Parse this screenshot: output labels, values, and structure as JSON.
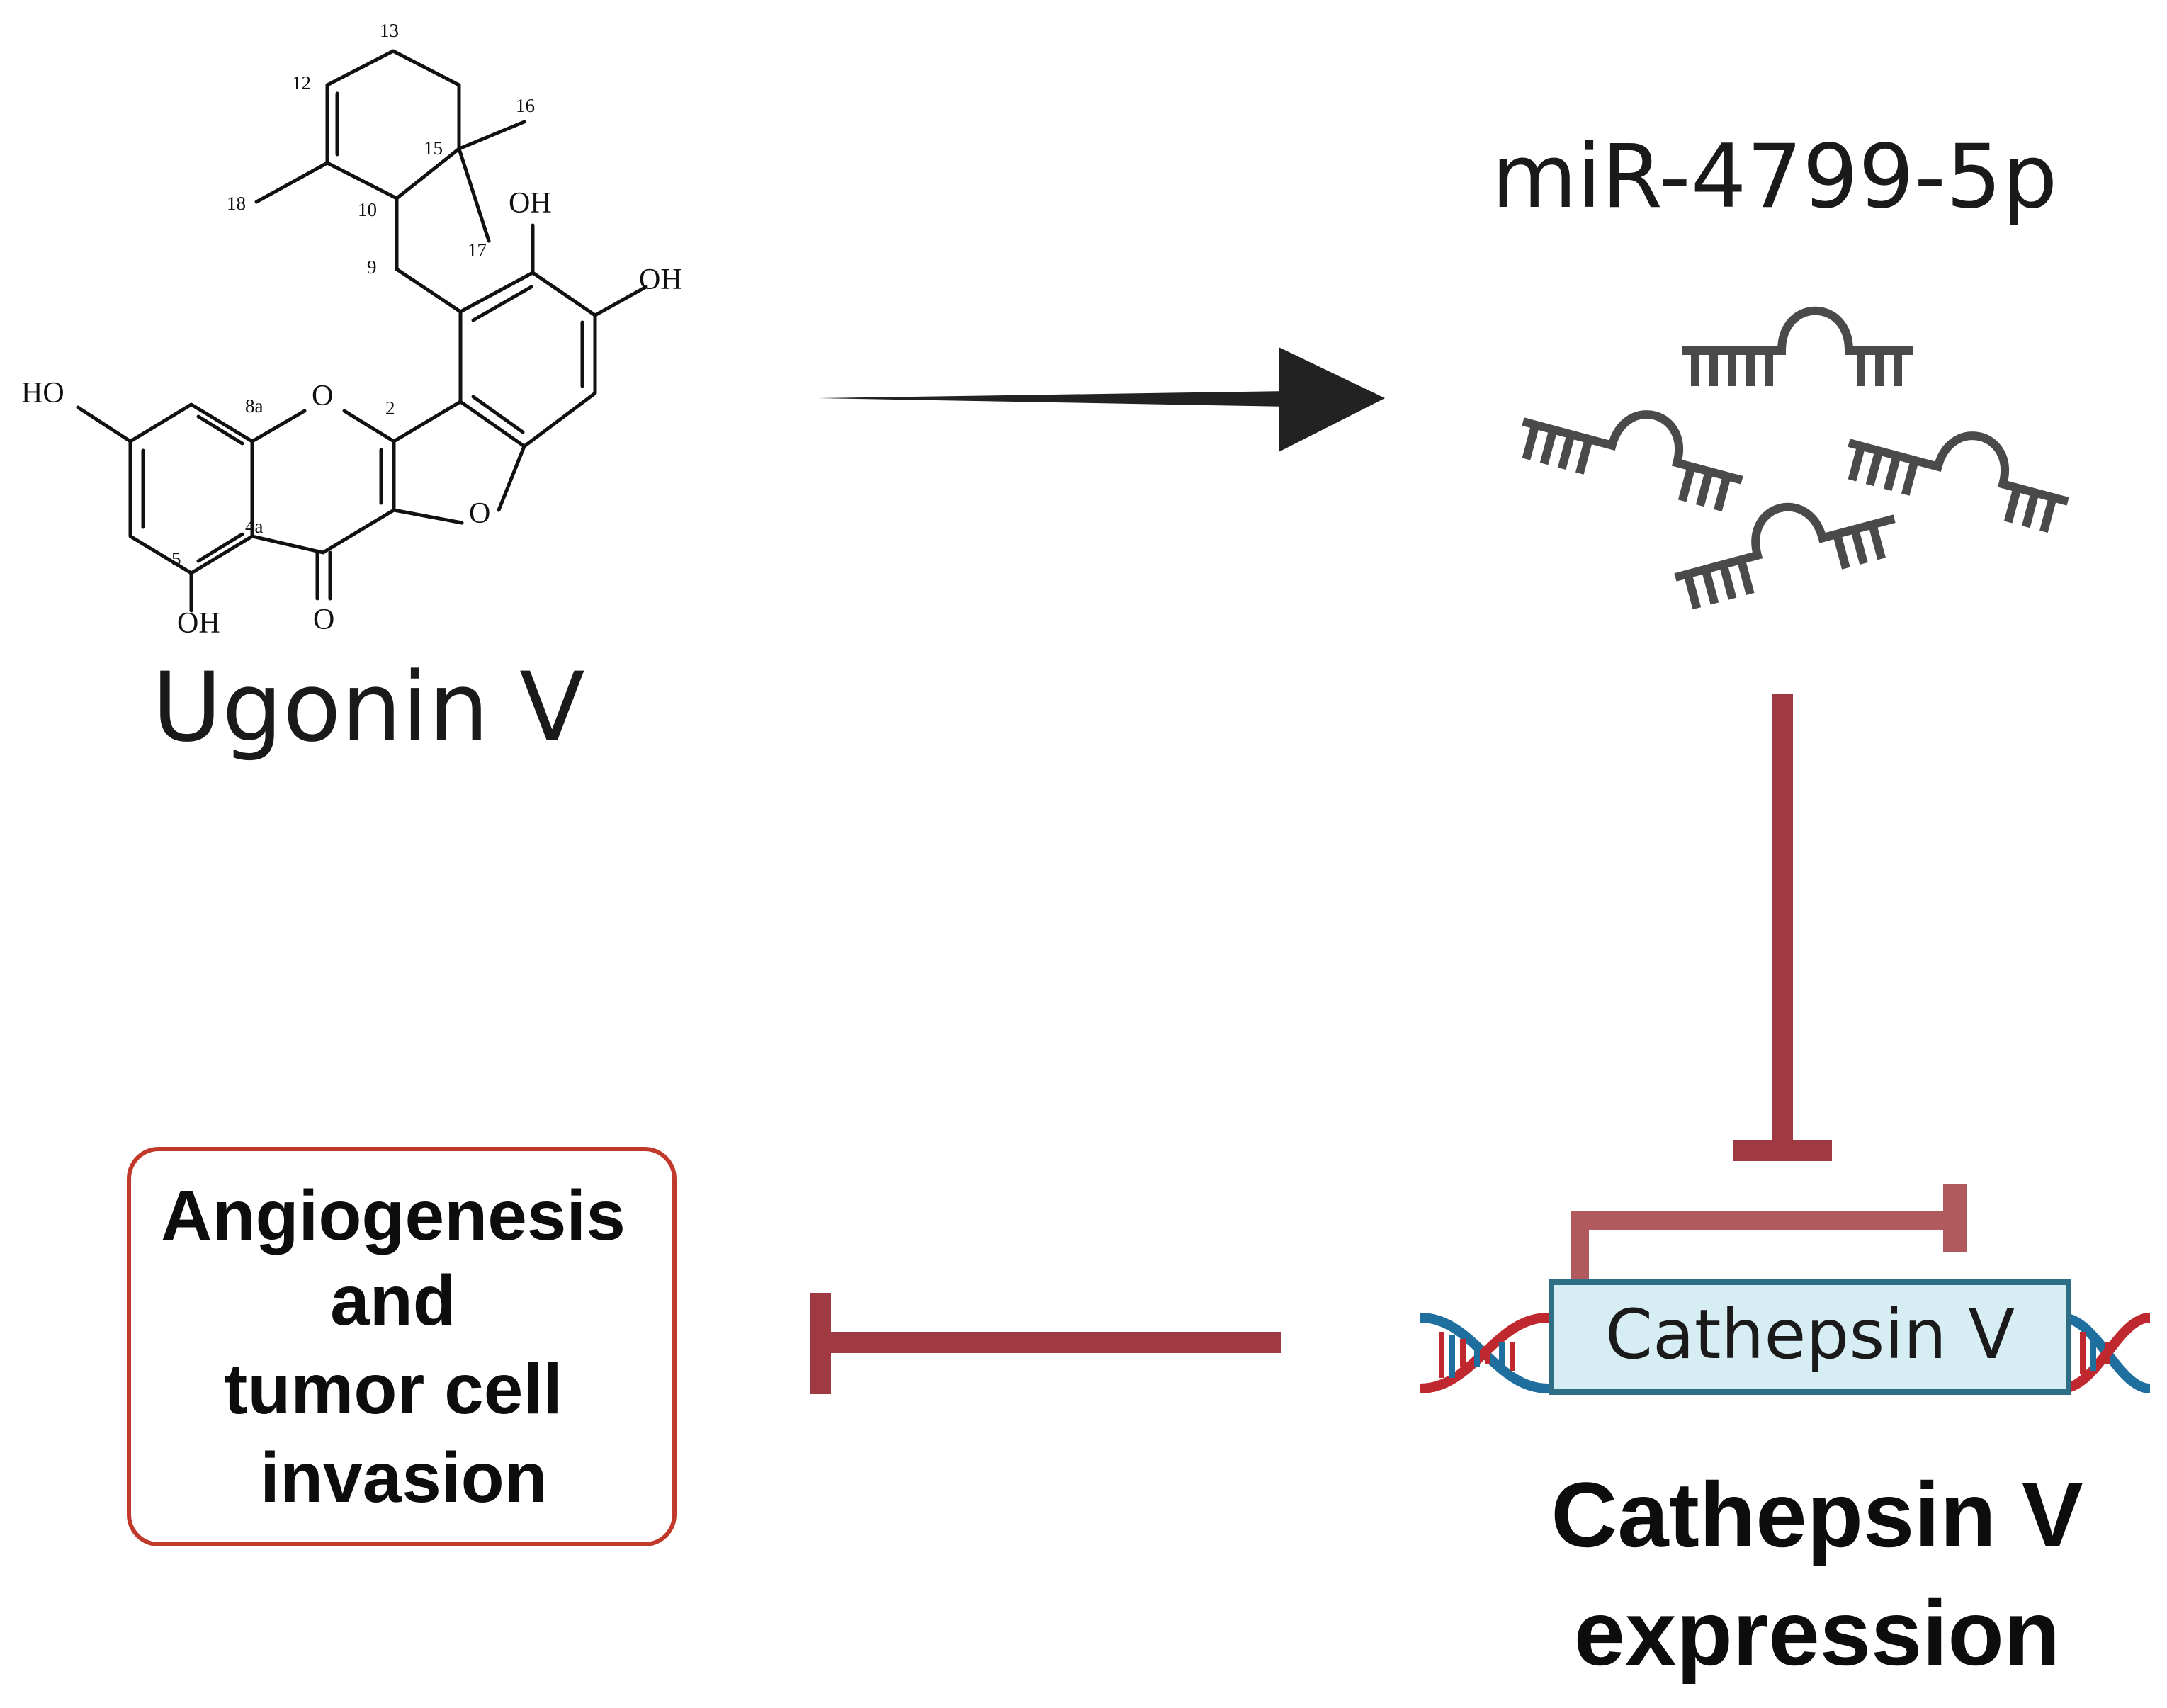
{
  "compound": {
    "name": "Ugonin V",
    "atoms": {
      "oh_top": "OH",
      "oh_right": "OH",
      "ho_left": "HO",
      "oh_bottom": "OH",
      "o_pyran": "O",
      "o_furan": "O",
      "o_carbonyl": "O"
    },
    "locants": {
      "c2": "2",
      "c4a": "4a",
      "c5": "5",
      "c8a": "8a",
      "c9": "9",
      "c10": "10",
      "c12": "12",
      "c13": "13",
      "c15": "15",
      "c16": "16",
      "c17": "17",
      "c18": "18"
    }
  },
  "mirna": {
    "label": "miR-4799-5p"
  },
  "gene": {
    "box_label": "Cathepsin V",
    "caption_line1": "Cathepsin V",
    "caption_line2": "expression"
  },
  "outcome": {
    "line1": "Angiogenesis",
    "line2": "and",
    "line3": "tumor cell",
    "line4": "invasion"
  },
  "colors": {
    "activation_arrow": "#222222",
    "inhibition": "#a03a42",
    "outcome_border": "#c0392b",
    "gene_box_fill": "#d6edf4",
    "gene_box_border": "#2e6f86",
    "dna_red": "#c0282f",
    "dna_blue": "#1f6f9e",
    "rna": "#4a4a4a"
  }
}
